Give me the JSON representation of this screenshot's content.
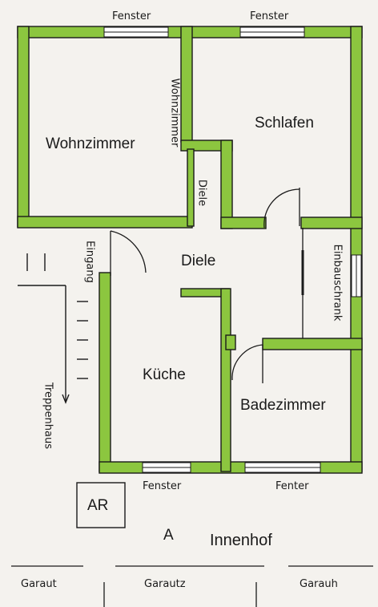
{
  "colors": {
    "wall": "#8cc63f",
    "outline": "#1a1a1a",
    "paper": "#f4f2ee",
    "window": "#ffffff"
  },
  "rooms": {
    "wohnzimmer": "Wohnzimmer",
    "schlafen": "Schlafen",
    "diele": "Diele",
    "kueche": "Küche",
    "badezimmer": "Badezimmer"
  },
  "labels": {
    "fenster_top_left": "Fenster",
    "fenster_top_right": "Fenster",
    "fenster_bottom_left": "Fenster",
    "fenster_bottom_right": "Fenter",
    "wohnzimmer_vertical": "Wohnzimmer",
    "diele_vertical": "Diele",
    "eingang": "Eingang",
    "einbauschrank": "Einbauschrank",
    "treppenhaus": "Treppenhaus",
    "ar": "AR",
    "a": "A",
    "innenhof": "Innenhof"
  },
  "garages": [
    "Garaut",
    "Garautz",
    "Garauh"
  ]
}
